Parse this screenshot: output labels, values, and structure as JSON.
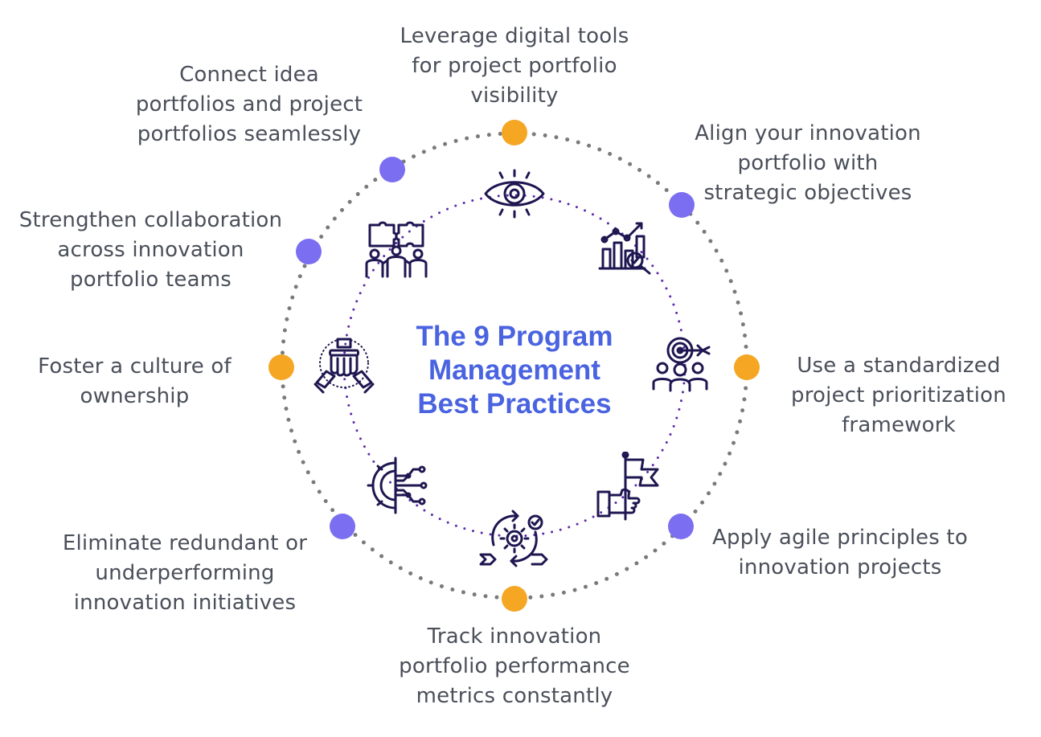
{
  "title": [
    "The 9 Program",
    "Management",
    "Best Practices"
  ],
  "colors": {
    "title": "#4a63e0",
    "text": "#4a4f5a",
    "dot_orange": "#f5a623",
    "dot_purple": "#7b6ef0",
    "outer_ring": "#7a7a7a",
    "inner_ring": "#5b2aa8",
    "icon_stroke": "#1e1650"
  },
  "practices": [
    {
      "lines": [
        "Leverage digital tools",
        "for project portfolio",
        "visibility"
      ],
      "icon": "eye-icon",
      "dot": "orange"
    },
    {
      "lines": [
        "Align your innovation",
        "portfolio with",
        "strategic objectives"
      ],
      "icon": "growth-chart-icon",
      "dot": "purple"
    },
    {
      "lines": [
        "Use a standardized",
        "project prioritization",
        "framework"
      ],
      "icon": "target-team-icon",
      "dot": "orange"
    },
    {
      "lines": [
        "Apply agile principles to",
        "innovation projects"
      ],
      "icon": "flag-hand-icon",
      "dot": "purple"
    },
    {
      "lines": [
        "Track innovation",
        "portfolio performance",
        "metrics constantly"
      ],
      "icon": "cycle-gear-icon",
      "dot": "orange"
    },
    {
      "lines": [
        "Eliminate redundant or",
        "underperforming",
        "innovation initiatives"
      ],
      "icon": "gear-circuit-icon",
      "dot": "purple"
    },
    {
      "lines": [
        "Foster a culture of",
        "ownership"
      ],
      "icon": "stacked-hands-icon",
      "dot": "orange"
    },
    {
      "lines": [
        "Strengthen collaboration",
        "across innovation",
        "portfolio teams"
      ],
      "icon": "puzzle-team-icon",
      "dot": "purple"
    },
    {
      "lines": [
        "Connect idea",
        "portfolios and project",
        "portfolios seamlessly"
      ],
      "icon": "",
      "dot": "purple"
    }
  ]
}
